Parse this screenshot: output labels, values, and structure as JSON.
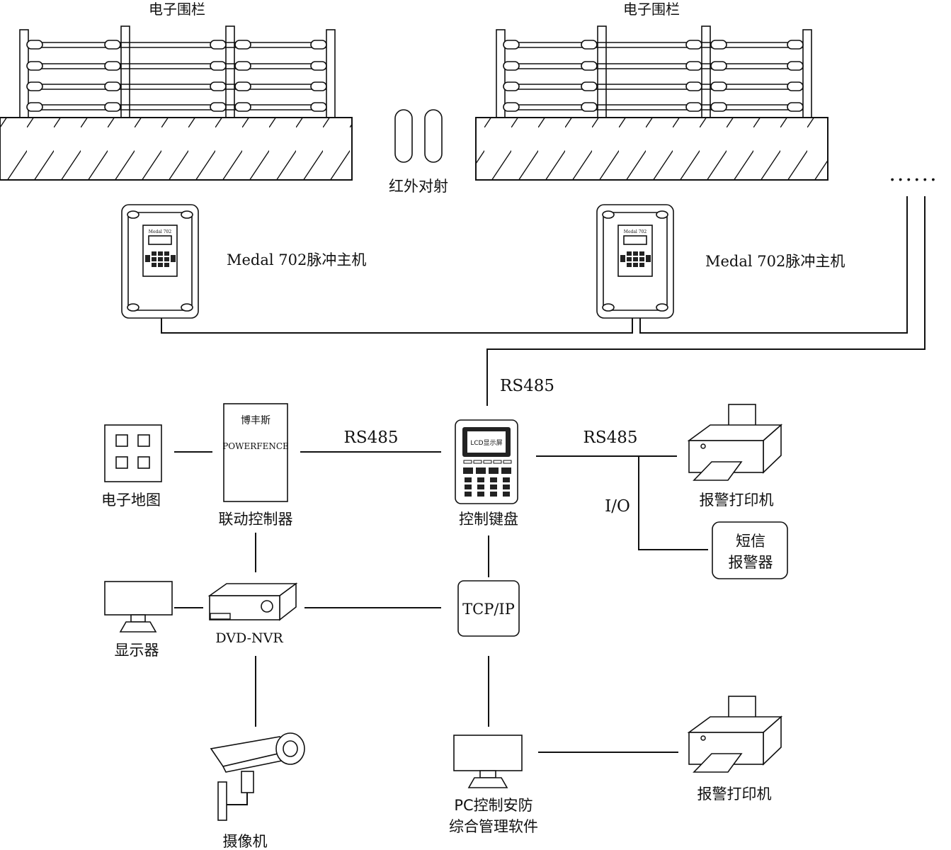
{
  "fence_left": {
    "label": "电子围栏"
  },
  "fence_right": {
    "label": "电子围栏"
  },
  "infrared": {
    "label": "红外对射"
  },
  "host_left": {
    "label": "Medal 702脉冲主机",
    "panel_text": "Medal 702"
  },
  "host_right": {
    "label": "Medal 702脉冲主机",
    "panel_text": "Medal 702"
  },
  "continuation": {
    "symbol": "......"
  },
  "bus_label_top": "RS485",
  "bus_label_left": "RS485",
  "bus_label_right": "RS485",
  "io_label": "I/O",
  "e_map": {
    "label": "电子地图"
  },
  "linkage_controller": {
    "label": "联动控制器",
    "brand": "博丰斯",
    "model": "POWERFENCE"
  },
  "control_keyboard": {
    "label": "控制键盘",
    "lcd_text": "LCD显示屏"
  },
  "printer_top": {
    "label": "报警打印机"
  },
  "sms_alarm": {
    "line1": "短信",
    "line2": "报警器"
  },
  "monitor": {
    "label": "显示器"
  },
  "nvr": {
    "label": "DVD-NVR"
  },
  "tcpip": {
    "label": "TCP/IP"
  },
  "camera": {
    "label": "摄像机"
  },
  "pc_software": {
    "line1": "PC控制安防",
    "line2": "综合管理软件"
  },
  "printer_bottom": {
    "label": "报警打印机"
  }
}
